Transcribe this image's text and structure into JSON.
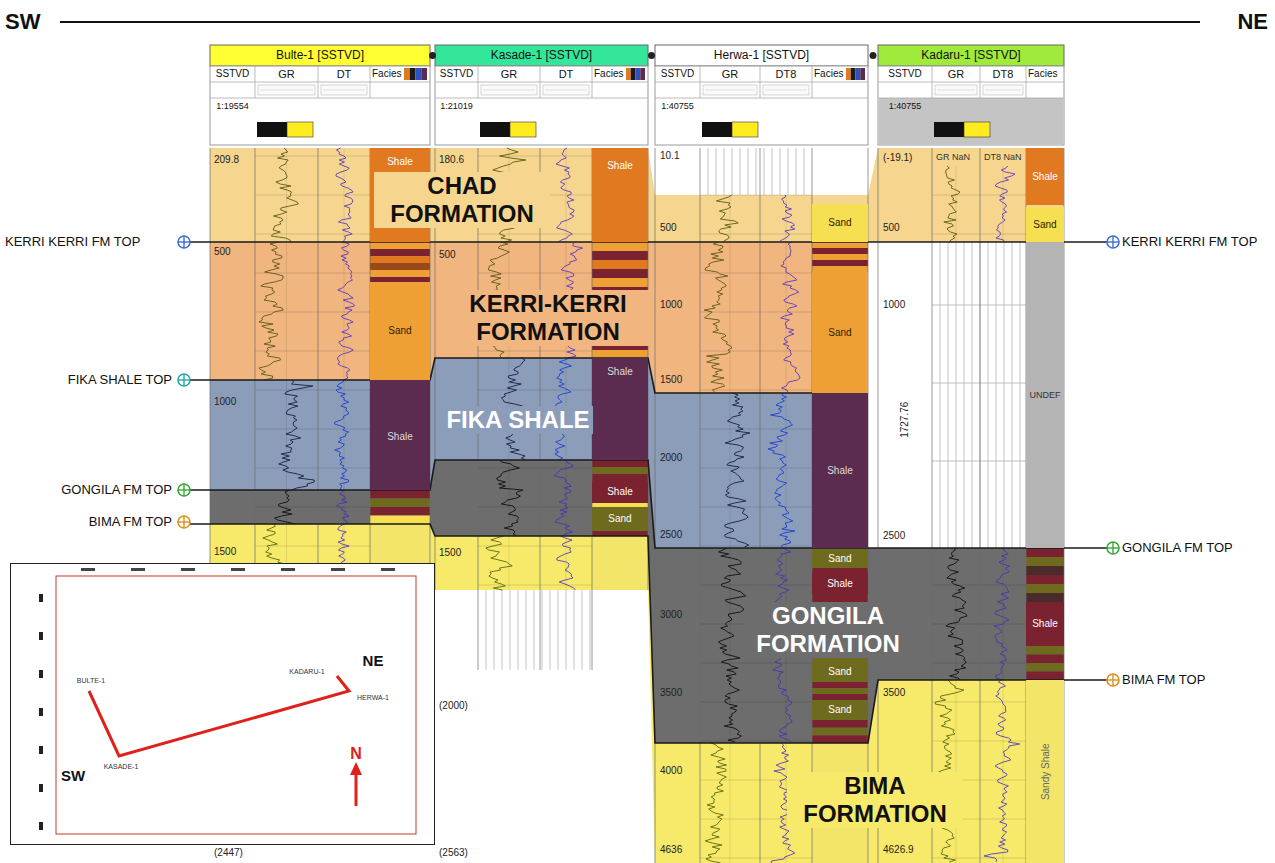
{
  "diagram": {
    "nodes": [
      {
        "text": [
          "Bulte-1 [SSTVD]",
          "SSTVD",
          "GR",
          "DT",
          "Facies",
          "1:19554"
        ]
      },
      {
        "text": [
          "Kasade-1 [SSTVD]",
          "SSTVD",
          "GR",
          "DT",
          "Facies",
          "1:21019"
        ]
      },
      {
        "text": [
          "Herwa-1 [SSTVD]",
          "SSTVD",
          "GR",
          "DT8",
          "Facies",
          "1:40755"
        ]
      },
      {
        "text": [
          "Kadaru-1 [SSTVD]",
          "SSTVD",
          "GR",
          "DT8",
          "Facies",
          "1:40755"
        ]
      },
      {
        "text": [
          "Shale"
        ]
      },
      {
        "text": [
          "Sand"
        ]
      },
      {
        "text": [
          "Shale"
        ]
      },
      {
        "text": [
          "Shale"
        ]
      },
      {
        "text": [
          "Shale"
        ]
      },
      {
        "text": [
          "Shale"
        ]
      },
      {
        "text": [
          "Sand"
        ]
      },
      {
        "text": [
          "Sand"
        ]
      },
      {
        "text": [
          "Sand"
        ]
      },
      {
        "text": [
          "Shale"
        ]
      },
      {
        "text": [
          "Sand"
        ]
      },
      {
        "text": [
          "Shale"
        ]
      },
      {
        "text": [
          "Sand"
        ]
      },
      {
        "text": [
          "Sand"
        ]
      },
      {
        "text": [
          "Shale"
        ]
      },
      {
        "text": [
          "Sand"
        ]
      },
      {
        "text": [
          "UNDEF"
        ]
      },
      {
        "text": [
          "Shale"
        ]
      },
      {
        "text": [
          "Sandy Shale"
        ]
      },
      {
        "text": [
          "SW",
          "NE",
          "N",
          "BULTE-1",
          "KASADE-1",
          "KADARU-1",
          "HERWA-1"
        ]
      }
    ],
    "labels": [
      "SW",
      "NE",
      "KERRI KERRI FM TOP",
      "FIKA SHALE TOP",
      "GONGILA FM TOP",
      "BIMA FM TOP",
      "KERRI KERRI FM TOP",
      "GONGILA FM TOP",
      "BIMA FM TOP",
      "CHAD FORMATION",
      "KERRI-KERRI FORMATION",
      "FIKA SHALE",
      "GONGILA FORMATION",
      "BIMA FORMATION",
      "209.8",
      "500",
      "1000",
      "1500",
      "180.6",
      "500",
      "1500",
      "(2000)",
      "10.1",
      "500",
      "1000",
      "1500",
      "2000",
      "2500",
      "3000",
      "3500",
      "4000",
      "4636",
      "(-19.1)",
      "500",
      "1000",
      "1727.76",
      "2500",
      "3500",
      "4626.9",
      "(2447)",
      "(2563)",
      "GR NaN",
      "DT8 NaN"
    ]
  }
}
